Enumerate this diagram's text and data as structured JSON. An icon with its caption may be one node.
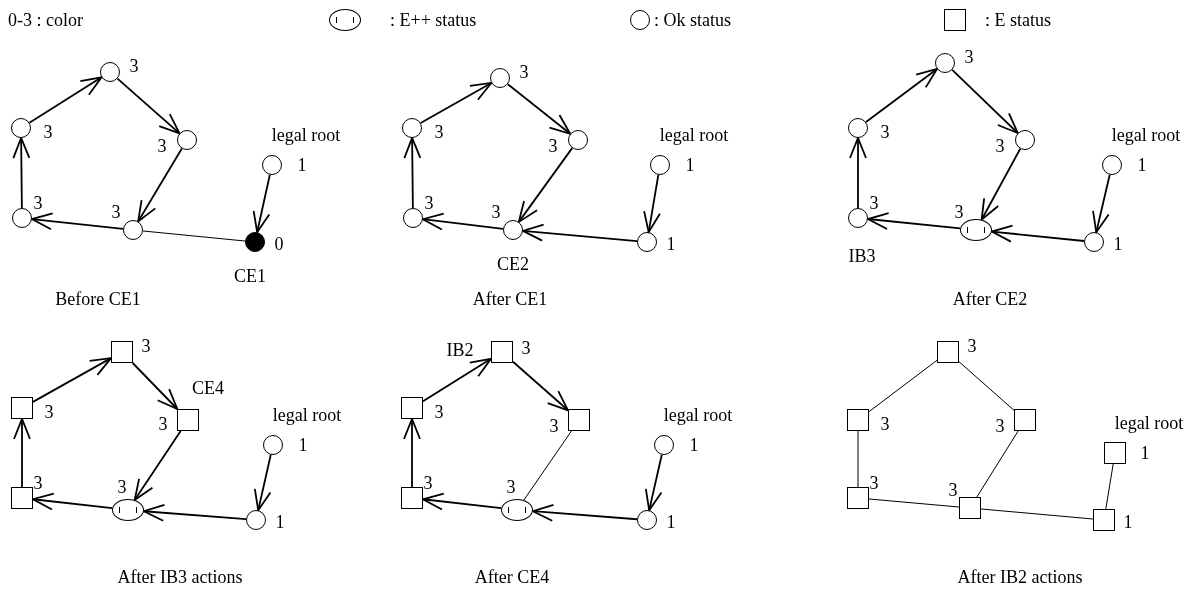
{
  "diagram": {
    "nodes": [
      {
        "text": [],
        "shape": "circle",
        "beside": [
          "3"
        ]
      },
      {
        "text": [],
        "shape": "circle",
        "beside": [
          "3"
        ]
      },
      {
        "text": [],
        "shape": "circle",
        "beside": [
          "3"
        ]
      },
      {
        "text": [],
        "shape": "circle",
        "beside": [
          "legal root",
          "1"
        ]
      },
      {
        "text": [],
        "shape": "circle",
        "beside": [
          "3"
        ]
      },
      {
        "text": [],
        "shape": "circle",
        "beside": [
          "3"
        ]
      },
      {
        "text": [],
        "shape": "dot",
        "beside": [
          "0",
          "CE1"
        ]
      },
      {
        "text": [],
        "shape": "circle",
        "beside": [
          "3"
        ]
      },
      {
        "text": [],
        "shape": "circle",
        "beside": [
          "3"
        ]
      },
      {
        "text": [],
        "shape": "circle",
        "beside": [
          "3"
        ]
      },
      {
        "text": [],
        "shape": "circle",
        "beside": [
          "legal root",
          "1"
        ]
      },
      {
        "text": [],
        "shape": "circle",
        "beside": [
          "3"
        ]
      },
      {
        "text": [],
        "shape": "circle",
        "beside": [
          "3",
          "CE2"
        ]
      },
      {
        "text": [],
        "shape": "circle",
        "beside": [
          "1"
        ]
      },
      {
        "text": [],
        "shape": "circle",
        "beside": [
          "3"
        ]
      },
      {
        "text": [],
        "shape": "circle",
        "beside": [
          "3"
        ]
      },
      {
        "text": [],
        "shape": "circle",
        "beside": [
          "3"
        ]
      },
      {
        "text": [],
        "shape": "circle",
        "beside": [
          "legal root",
          "1"
        ]
      },
      {
        "text": [],
        "shape": "circle",
        "beside": [
          "3",
          "IB3"
        ]
      },
      {
        "text": [],
        "shape": "ellipse",
        "beside": [
          "3"
        ]
      },
      {
        "text": [],
        "shape": "circle",
        "beside": [
          "1"
        ]
      },
      {
        "text": [],
        "shape": "box",
        "beside": [
          "3"
        ]
      },
      {
        "text": [],
        "shape": "box",
        "beside": [
          "3"
        ]
      },
      {
        "text": [],
        "shape": "box",
        "beside": [
          "CE4",
          "3"
        ]
      },
      {
        "text": [],
        "shape": "circle",
        "beside": [
          "legal root",
          "1"
        ]
      },
      {
        "text": [],
        "shape": "box",
        "beside": [
          "3"
        ]
      },
      {
        "text": [],
        "shape": "ellipse",
        "beside": [
          "3"
        ]
      },
      {
        "text": [],
        "shape": "circle",
        "beside": [
          "1"
        ]
      },
      {
        "text": [],
        "shape": "box",
        "beside": [
          "IB2",
          "3"
        ]
      },
      {
        "text": [],
        "shape": "box",
        "beside": [
          "3"
        ]
      },
      {
        "text": [],
        "shape": "box",
        "beside": [
          "3"
        ]
      },
      {
        "text": [],
        "shape": "circle",
        "beside": [
          "legal root",
          "1"
        ]
      },
      {
        "text": [],
        "shape": "box",
        "beside": [
          "3"
        ]
      },
      {
        "text": [],
        "shape": "ellipse",
        "beside": [
          "3"
        ]
      },
      {
        "text": [],
        "shape": "circle",
        "beside": [
          "1"
        ]
      },
      {
        "text": [],
        "shape": "box",
        "beside": [
          "3"
        ]
      },
      {
        "text": [],
        "shape": "box",
        "beside": [
          "3"
        ]
      },
      {
        "text": [],
        "shape": "box",
        "beside": [
          "3"
        ]
      },
      {
        "text": [],
        "shape": "box",
        "beside": [
          "legal root",
          "1"
        ]
      },
      {
        "text": [],
        "shape": "box",
        "beside": [
          "3"
        ]
      },
      {
        "text": [],
        "shape": "box",
        "beside": [
          "3"
        ]
      },
      {
        "text": [],
        "shape": "box",
        "beside": [
          "1"
        ]
      }
    ],
    "edges": [
      {
        "from": 1,
        "to": 0,
        "arrow": "to"
      },
      {
        "from": 0,
        "to": 2,
        "arrow": "to"
      },
      {
        "from": 2,
        "to": 5,
        "arrow": "to"
      },
      {
        "from": 5,
        "to": 4,
        "arrow": "to"
      },
      {
        "from": 4,
        "to": 1,
        "arrow": "to"
      },
      {
        "from": 3,
        "to": 6,
        "arrow": "to"
      },
      {
        "from": 5,
        "to": 6,
        "arrow": "none"
      },
      {
        "from": 8,
        "to": 7,
        "arrow": "to"
      },
      {
        "from": 7,
        "to": 9,
        "arrow": "to"
      },
      {
        "from": 9,
        "to": 12,
        "arrow": "to"
      },
      {
        "from": 12,
        "to": 11,
        "arrow": "to"
      },
      {
        "from": 11,
        "to": 8,
        "arrow": "to"
      },
      {
        "from": 10,
        "to": 13,
        "arrow": "to"
      },
      {
        "from": 13,
        "to": 12,
        "arrow": "to"
      },
      {
        "from": 15,
        "to": 14,
        "arrow": "to"
      },
      {
        "from": 14,
        "to": 16,
        "arrow": "to"
      },
      {
        "from": 16,
        "to": 19,
        "arrow": "to"
      },
      {
        "from": 19,
        "to": 18,
        "arrow": "to"
      },
      {
        "from": 18,
        "to": 15,
        "arrow": "to"
      },
      {
        "from": 17,
        "to": 20,
        "arrow": "to"
      },
      {
        "from": 20,
        "to": 19,
        "arrow": "to"
      },
      {
        "from": 22,
        "to": 21,
        "arrow": "to"
      },
      {
        "from": 21,
        "to": 23,
        "arrow": "to"
      },
      {
        "from": 23,
        "to": 26,
        "arrow": "to"
      },
      {
        "from": 26,
        "to": 25,
        "arrow": "to"
      },
      {
        "from": 25,
        "to": 22,
        "arrow": "to"
      },
      {
        "from": 24,
        "to": 27,
        "arrow": "to"
      },
      {
        "from": 27,
        "to": 26,
        "arrow": "to"
      },
      {
        "from": 29,
        "to": 28,
        "arrow": "to"
      },
      {
        "from": 28,
        "to": 30,
        "arrow": "to"
      },
      {
        "from": 30,
        "to": 33,
        "arrow": "none"
      },
      {
        "from": 33,
        "to": 32,
        "arrow": "to"
      },
      {
        "from": 32,
        "to": 29,
        "arrow": "to"
      },
      {
        "from": 31,
        "to": 34,
        "arrow": "to"
      },
      {
        "from": 34,
        "to": 33,
        "arrow": "to"
      },
      {
        "from": 35,
        "to": 36,
        "arrow": "none"
      },
      {
        "from": 35,
        "to": 37,
        "arrow": "none"
      },
      {
        "from": 36,
        "to": 39,
        "arrow": "none"
      },
      {
        "from": 37,
        "to": 40,
        "arrow": "none"
      },
      {
        "from": 39,
        "to": 40,
        "arrow": "none"
      },
      {
        "from": 40,
        "to": 41,
        "arrow": "none"
      },
      {
        "from": 38,
        "to": 41,
        "arrow": "none"
      }
    ],
    "labels": [
      "0-3 : color",
      "Before CE1",
      "After CE1",
      "After CE2",
      "After IB3 actions",
      "After CE4",
      "After IB2 actions"
    ],
    "legend": [
      {
        "text": ": E++ status"
      },
      {
        "text": ": Ok status"
      },
      {
        "text": ": E status"
      }
    ]
  }
}
